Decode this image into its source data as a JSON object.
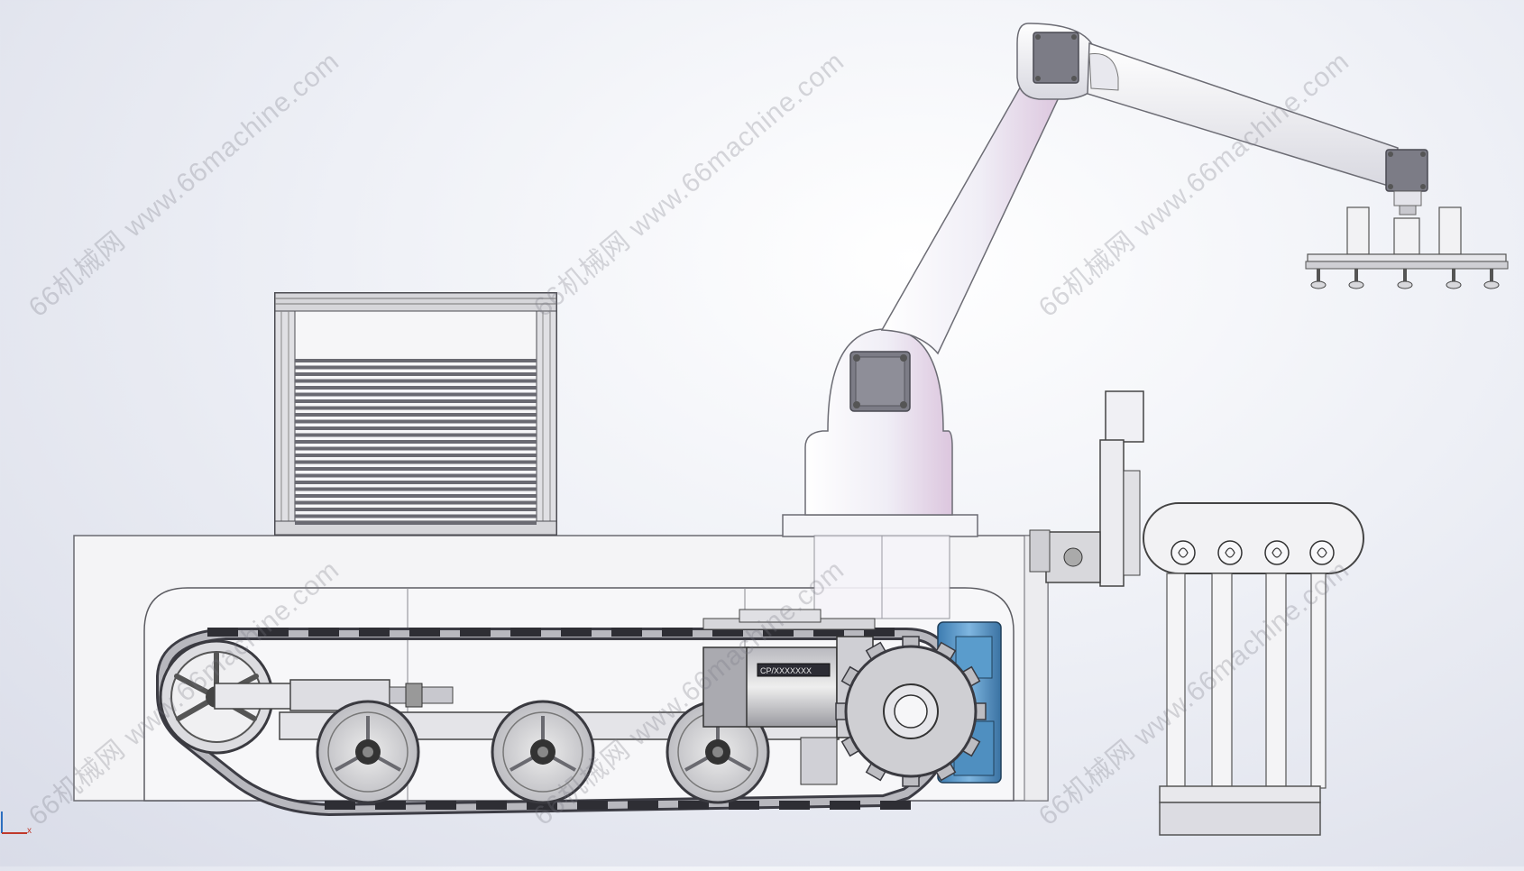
{
  "watermark": {
    "text": "66机械网 www.66machine.com"
  },
  "motor_label": "CP/XXXXXXX",
  "triad": {
    "axis_x": "x"
  },
  "colors": {
    "steel": "#d0d0d4",
    "steel_dark": "#6c6c72",
    "arm_white": "#f2f2f6",
    "arm_tint": "#e6cfe4",
    "gearbox_blue": "#4f8fc0",
    "motor_plate": "#8a8a94"
  }
}
